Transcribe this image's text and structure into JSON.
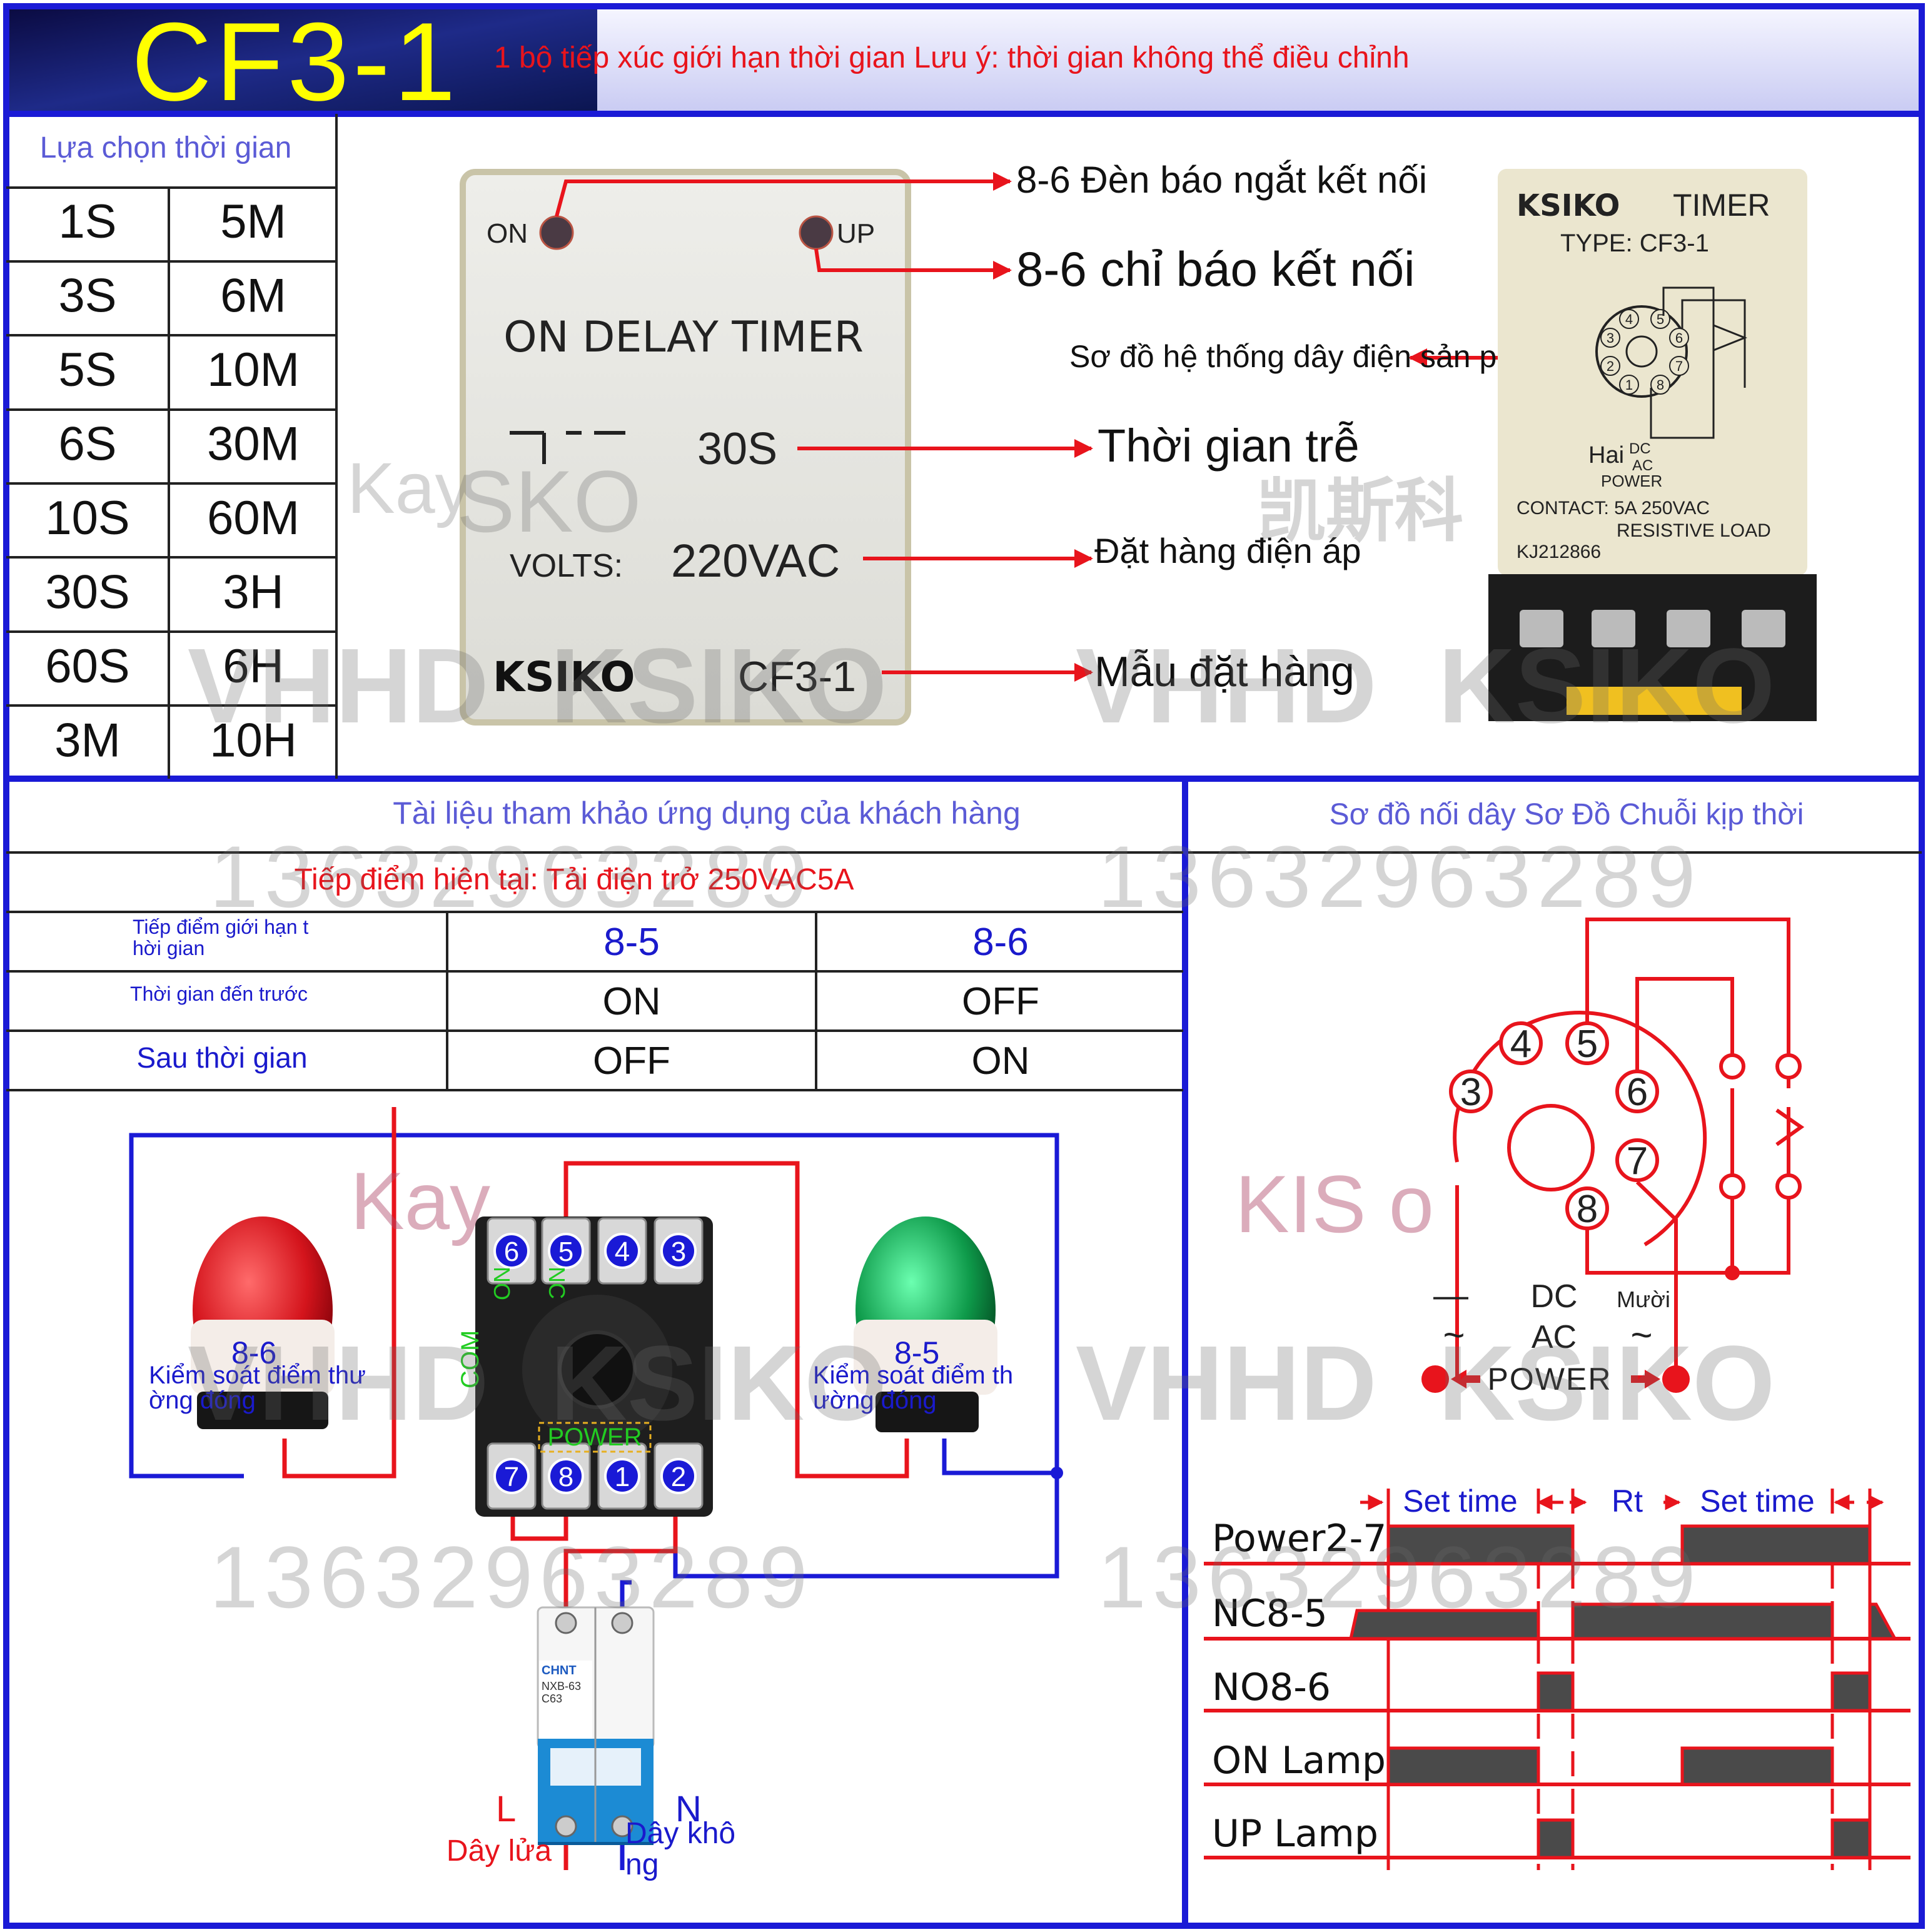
{
  "header": {
    "model": "CF3-1",
    "description": "1 bộ tiếp xúc giới hạn thời gian Lưu ý: thời gian không thể điều chỉnh"
  },
  "time_selection": {
    "title": "Lựa chọn thời gian",
    "rows": [
      [
        "1S",
        "5M"
      ],
      [
        "3S",
        "6M"
      ],
      [
        "5S",
        "10M"
      ],
      [
        "6S",
        "30M"
      ],
      [
        "10S",
        "60M"
      ],
      [
        "30S",
        "3H"
      ],
      [
        "60S",
        "6H"
      ],
      [
        "3M",
        "10H"
      ]
    ]
  },
  "timer_front": {
    "on_label": "ON",
    "up_label": "UP",
    "title": "ON DELAY TIMER",
    "time_value": "30S",
    "volts_label": "VOLTS:",
    "voltage_value": "220VAC",
    "brand": "KSIKO",
    "model": "CF3-1"
  },
  "callouts": {
    "on_lamp": "8-6 Đèn báo ngắt kết nối",
    "up_lamp": "8-6 chỉ báo kết nối",
    "wiring": "Sơ đồ hệ thống dây điện sản phẩm",
    "delay": "Thời gian trễ",
    "voltage": "Đặt hàng điện áp",
    "model": "Mẫu đặt hàng"
  },
  "side_label": {
    "brand": "KSIKO",
    "timer": "TIMER",
    "type": "TYPE: CF3-1",
    "power_prefix": "Hai",
    "dc": "DC",
    "ac": "AC",
    "power": "POWER",
    "contact": "CONTACT: 5A 250VAC",
    "resistive": "RESISTIVE LOAD",
    "serial": "KJ212866",
    "pins": [
      "4",
      "5",
      "3",
      "6",
      "2",
      "7",
      "1",
      "8"
    ]
  },
  "reference": {
    "title": "Tài liệu tham khảo ứng dụng của khách hàng",
    "current_contact": "Tiếp điểm hiện tại: Tải điện trở 250VAC5A",
    "table": [
      {
        "label": "Tiếp điểm giới hạn thời gian",
        "c1": "8-5",
        "c2": "8-6"
      },
      {
        "label": "Thời gian đến trước",
        "c1": "ON",
        "c2": "OFF"
      },
      {
        "label": "Sau thời gian",
        "c1": "OFF",
        "c2": "ON"
      }
    ]
  },
  "wiring_app": {
    "red_lamp_code": "8-6",
    "red_lamp_label": "Kiểm soát điểm thường đóng",
    "green_lamp_code": "8-5",
    "green_lamp_label": "Kiểm soát điểm thường đóng",
    "no_label": "NO",
    "nc_label": "NC",
    "com_label": "COM",
    "power_label": "POWER",
    "top_pins": [
      "6",
      "5",
      "4",
      "3"
    ],
    "bottom_pins": [
      "7",
      "8",
      "1",
      "2"
    ],
    "breaker_brand": "CHNT",
    "breaker_model": "NXB-63",
    "breaker_rating": "C63",
    "L": "L",
    "N": "N",
    "live_label": "Dây lửa",
    "neutral_label": "Dây không"
  },
  "socket_diagram": {
    "title": "Sơ đồ nối dây Sơ Đồ Chuỗi kịp thời",
    "pins": [
      "4",
      "5",
      "3",
      "6",
      "7",
      "8"
    ],
    "minus": "—",
    "dc": "DC",
    "ac": "AC",
    "tilde": "~",
    "ten": "Mười",
    "power": "POWER"
  },
  "timing": {
    "set_time": "Set time",
    "rt": "Rt",
    "rows": [
      "Power2-7",
      "NC8-5",
      "NO8-6",
      "ON Lamp",
      "UP Lamp"
    ]
  },
  "watermarks": {
    "phone": "13632963289",
    "vhhd": "VHHD",
    "ksiko": "KSIKO",
    "kay": "Kay",
    "kis": "KIS o",
    "sko": "SKO",
    "cn": "凯斯科"
  },
  "colors": {
    "frame": "#1a1ad6",
    "red": "#e8141c",
    "title_yellow": "#ffff00",
    "blue_text": "#1a1acc",
    "soft_blue": "#5b5bd6",
    "bar": "#4a4a4a"
  }
}
